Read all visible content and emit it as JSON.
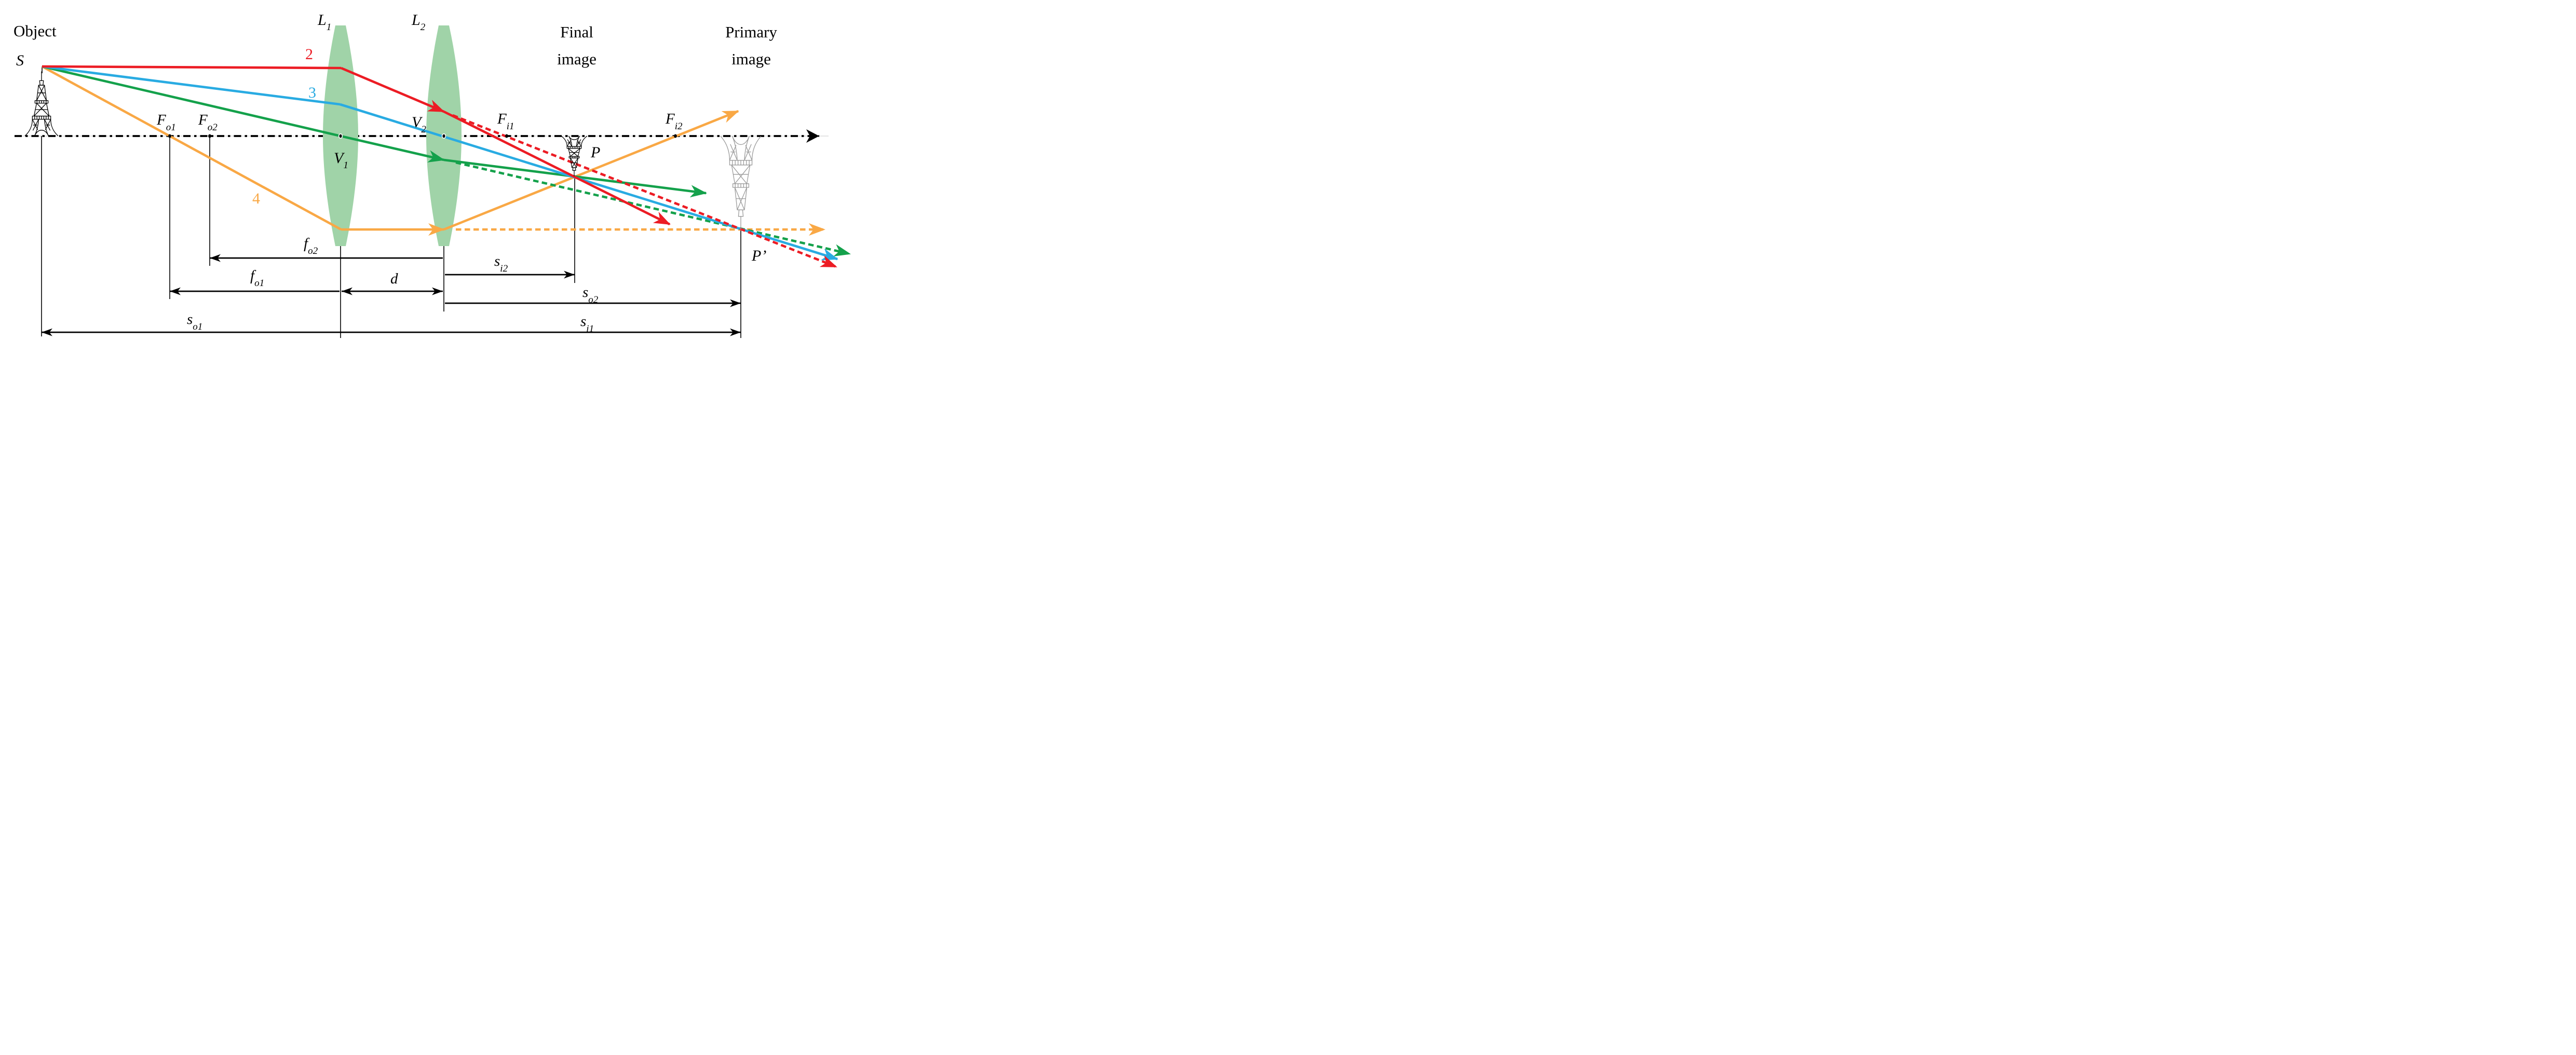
{
  "header": {
    "object_label": "Object",
    "source_point_label": "S",
    "final_image_label_line1": "Final",
    "final_image_label_line2": "image",
    "primary_image_label_line1": "Primary",
    "primary_image_label_line2": "image"
  },
  "lenses": {
    "l1": {
      "main": "L",
      "sub": "1"
    },
    "l2": {
      "main": "L",
      "sub": "2"
    },
    "v1": {
      "main": "V",
      "sub": "1"
    },
    "v2": {
      "main": "V",
      "sub": "2"
    }
  },
  "focal_points": {
    "fo1": {
      "main": "F",
      "sub": "o1"
    },
    "fo2": {
      "main": "F",
      "sub": "o2"
    },
    "fi1": {
      "main": "F",
      "sub": "i1"
    },
    "fi2": {
      "main": "F",
      "sub": "i2"
    }
  },
  "image_points": {
    "final": "P",
    "primary": "P’"
  },
  "ray_numbers": {
    "ray2": "2",
    "ray3": "3",
    "ray4": "4"
  },
  "dimensions": {
    "f_o2": {
      "main": "f",
      "sub": "o2"
    },
    "f_o1": {
      "main": "f",
      "sub": "o1"
    },
    "d": {
      "main": "d",
      "sub": ""
    },
    "s_i2": {
      "main": "s",
      "sub": "i2"
    },
    "s_o2": {
      "main": "s",
      "sub": "o2"
    },
    "s_o1": {
      "main": "s",
      "sub": "o1"
    },
    "s_i1": {
      "main": "s",
      "sub": "i1"
    }
  },
  "colors": {
    "red": "#ec1c24",
    "blue": "#29abe2",
    "green": "#14a14b",
    "orange": "#f9a845",
    "lens_fill": "#a0d3a8",
    "image_gray": "#9b9b9b",
    "ink": "#000000"
  }
}
